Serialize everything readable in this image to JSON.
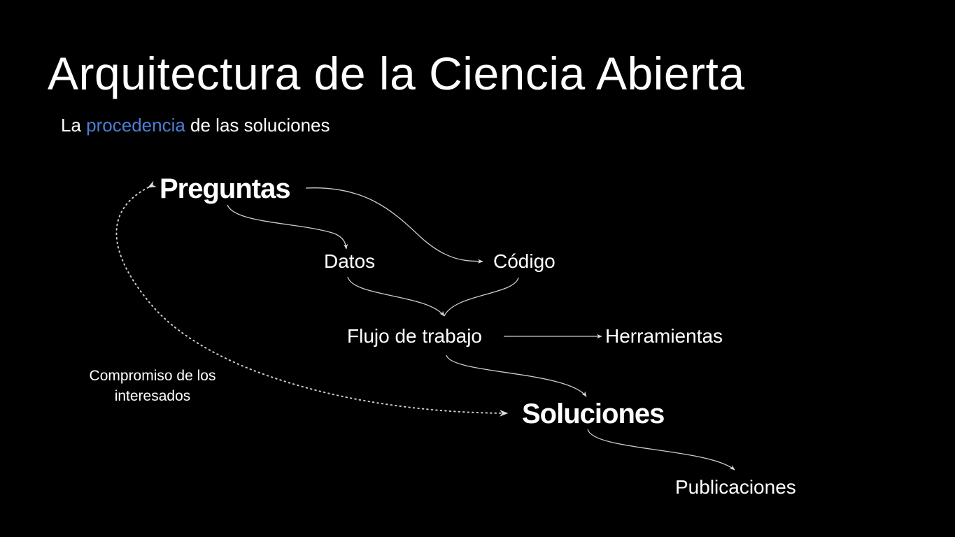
{
  "title": "Arquitectura de la Ciencia Abierta",
  "subtitle": {
    "before": "La ",
    "highlight": "procedencia",
    "after": " de las soluciones"
  },
  "nodes": {
    "preguntas": "Preguntas",
    "datos": "Datos",
    "codigo": "Código",
    "flujo": "Flujo de trabajo",
    "herramientas": "Herramientas",
    "soluciones": "Soluciones",
    "publicaciones": "Publicaciones"
  },
  "feedback_label": {
    "line1": "Compromiso de los",
    "line2": "interesados"
  },
  "colors": {
    "background": "#000000",
    "text": "#ffffff",
    "accent": "#4a7fd4"
  }
}
